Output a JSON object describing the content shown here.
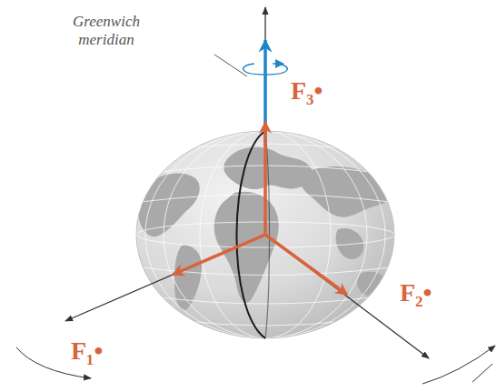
{
  "diagram": {
    "labels": [
      "Greenwich meridian",
      "F₃•",
      "F₂•",
      "F₁•"
    ]
  }
}
